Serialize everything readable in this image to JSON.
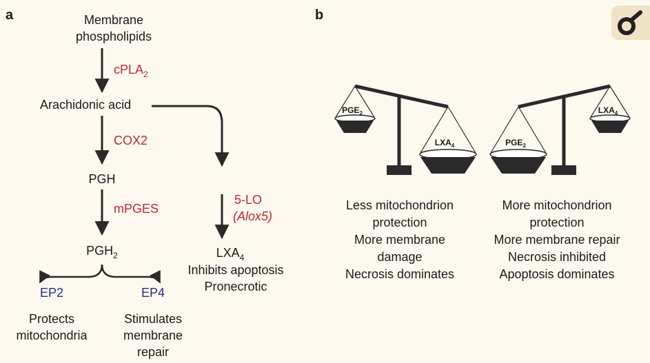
{
  "panel_a": {
    "label": "a",
    "membrane_line1": "Membrane",
    "membrane_line2": "phospholipids",
    "enzyme_cpla": "cPLA",
    "enzyme_cpla_sub": "2",
    "arachidonic": "Arachidonic acid",
    "enzyme_cox2": "COX2",
    "pgh": "PGH",
    "enzyme_mpges": "mPGES",
    "pgh2": "PGH",
    "pgh2_sub": "2",
    "ep2": "EP2",
    "ep4": "EP4",
    "ep2_effect": [
      "Protects",
      "mitochondria"
    ],
    "ep4_effect": [
      "Stimulates",
      "membrane",
      "repair"
    ],
    "enzyme_5lo": "5-LO",
    "enzyme_alox5": "(Alox5)",
    "lxa4": "LXA",
    "lxa4_sub": "4",
    "lxa4_effect": [
      "Inhibits apoptosis",
      "Pronecrotic"
    ]
  },
  "panel_b": {
    "label": "b",
    "left_scale": {
      "high_pan": "PGE",
      "high_pan_sub": "2",
      "low_pan": "LXA",
      "low_pan_sub": "4",
      "caption": [
        "Less mitochondrion",
        "protection",
        "More membrane",
        "damage",
        "Necrosis dominates"
      ]
    },
    "right_scale": {
      "high_pan": "LXA",
      "high_pan_sub": "4",
      "low_pan": "PGE",
      "low_pan_sub": "2",
      "caption": [
        "More mitochondrion",
        "protection",
        "More membrane repair",
        "Necrosis inhibited",
        "Apoptosis dominates"
      ]
    }
  },
  "colors": {
    "background": "#fdf9ef",
    "enzyme": "#c4262e",
    "receptor": "#2b2b8c",
    "ink": "#1a1a1a"
  },
  "icons": {
    "corner_badge": "openness-key-icon"
  }
}
